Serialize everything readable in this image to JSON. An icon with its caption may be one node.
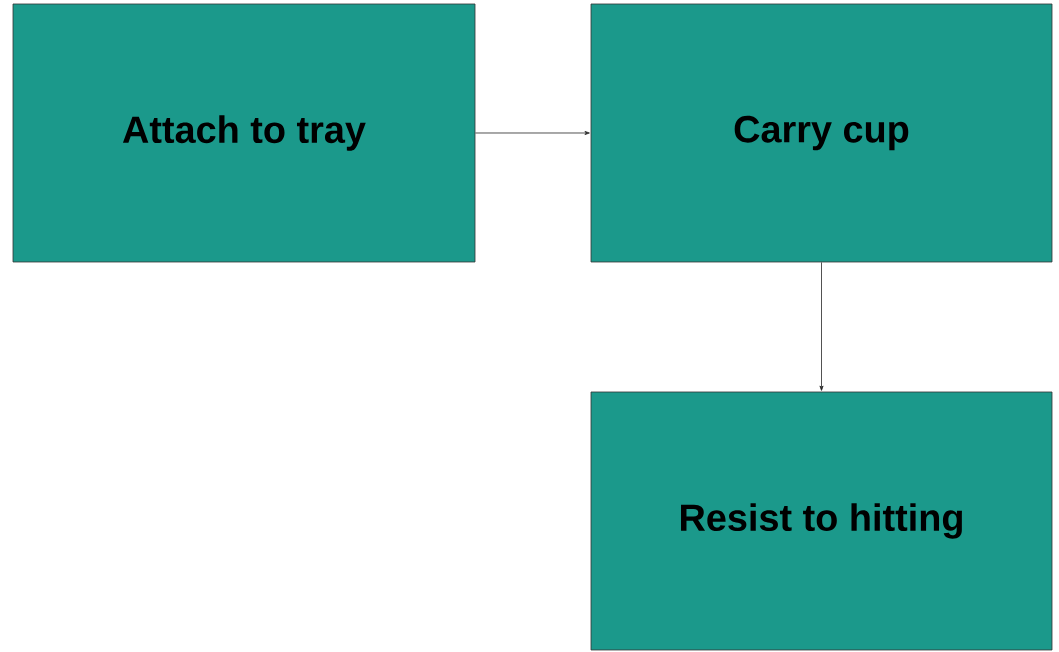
{
  "diagram": {
    "nodes": [
      {
        "text": [
          "Attach to tray"
        ]
      },
      {
        "text": [
          "Carry cup"
        ]
      },
      {
        "text": [
          "Resist to hitting"
        ]
      }
    ],
    "edges": [
      {
        "from": 0,
        "to": 1,
        "arrow": "to"
      },
      {
        "from": 1,
        "to": 2,
        "arrow": "to"
      }
    ]
  }
}
